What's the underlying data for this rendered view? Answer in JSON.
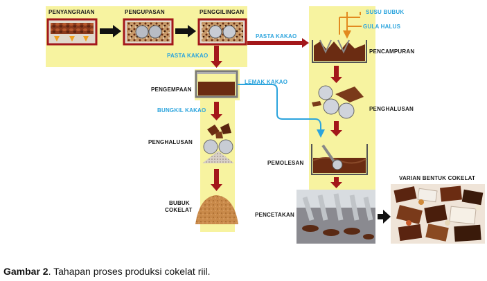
{
  "top_steps": {
    "roasting": "PENYANGRAIAN",
    "peeling": "PENGUPASAN",
    "grinding": "PENGGILINGAN"
  },
  "paste_label_left": "PASTA KAKAO",
  "paste_label_right": "PASTA KAKAO",
  "pressing": "PENGEMPAAN",
  "cocoa_butter": "LEMAK KAKAO",
  "cocoa_cake": "BUNGKIL KAKAO",
  "left_refining": "PENGHALUSAN",
  "powder_line1": "BUBUK",
  "powder_line2": "COKELAT",
  "milk_powder": "SUSU BUBUK",
  "fine_sugar": "GULA HALUS",
  "mixing": "PENCAMPURAN",
  "right_refining": "PENGHALUSAN",
  "conching": "PEMOLESAN",
  "molding": "PENCETAKAN",
  "variants": "VARIAN BENTUK COKELAT",
  "caption": {
    "bold": "Gambar 2",
    "rest": ". Tahapan proses produksi cokelat riil."
  },
  "colors": {
    "yellow_panel": "#f7f3a0",
    "arrow_red": "#a3171a",
    "blue_line": "#2ba4dd",
    "orange_line": "#e28a1f",
    "cocoa_brown": "#6b2c12"
  }
}
